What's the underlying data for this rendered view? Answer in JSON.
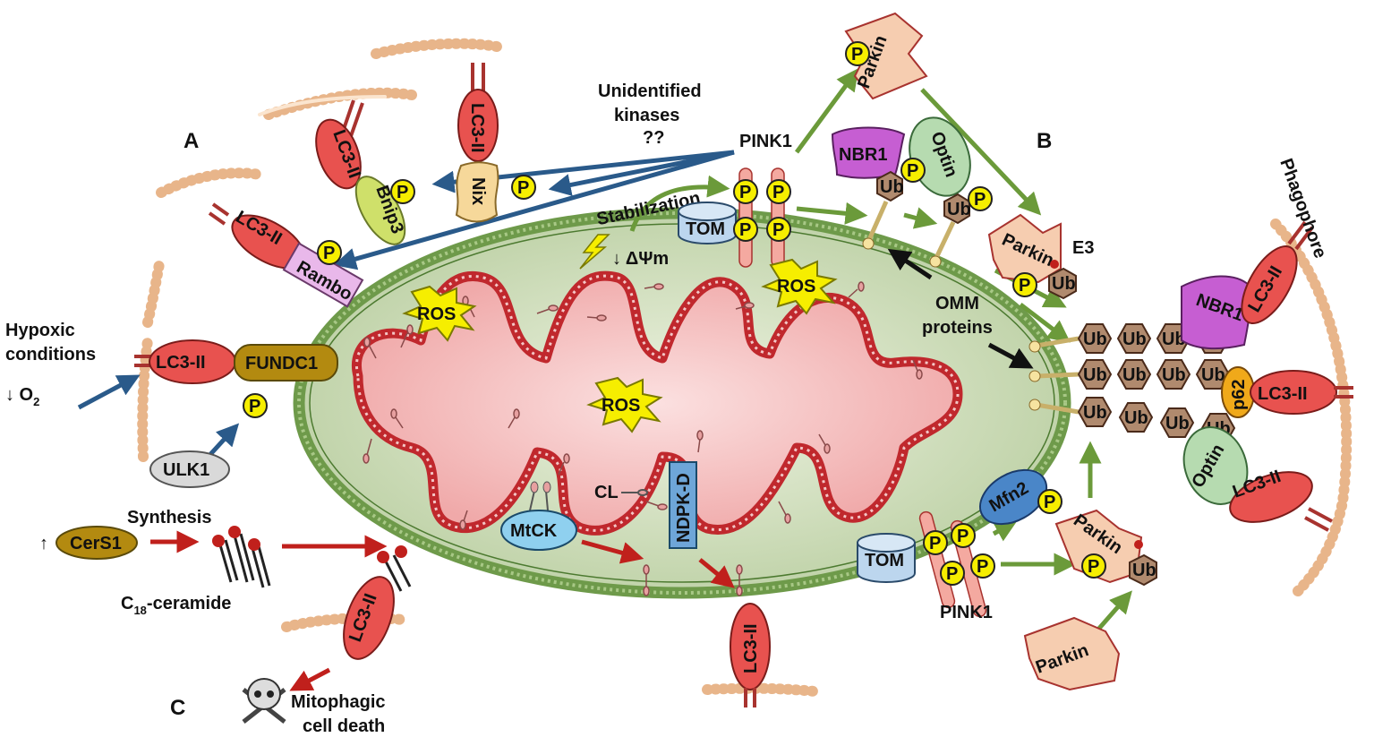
{
  "panels": {
    "a": "A",
    "b": "B",
    "c": "C"
  },
  "labels": {
    "unidentified": [
      "Unidentified",
      "kinases",
      "??"
    ],
    "pink1_top": "PINK1",
    "pink1_bottom": "PINK1",
    "stabilization": "Stabilization",
    "delta_psi": "↓ ΔΨm",
    "hypoxic": [
      "Hypoxic",
      "conditions"
    ],
    "o2": "↓ O",
    "o2_sub": "2",
    "omm": [
      "OMM",
      "proteins"
    ],
    "phagophore": "Phagophore",
    "e3": "E3",
    "synthesis": "Synthesis",
    "ceramide_c": "C",
    "ceramide_sub": "18",
    "ceramide_rest": "-ceramide",
    "cl": "CL",
    "up_arrow": "↑",
    "death": [
      "Mitophagic",
      "cell death"
    ]
  },
  "proteins": {
    "lc3": "LC3-II",
    "bnip3": "Bnip3",
    "nix": "Nix",
    "rambo": "Rambo",
    "fundc1": "FUNDC1",
    "ulk1": "ULK1",
    "cers1": "CerS1",
    "tom": "TOM",
    "nbr1": "NBR1",
    "optin": "Optin",
    "p62": "p62",
    "parkin": "Parkin",
    "ub": "Ub",
    "p": "P",
    "mfn2": "Mfn2",
    "mtck": "MtCK",
    "ndpk": "NDPK-D",
    "ros": "ROS"
  },
  "colors": {
    "lc3": "#e8524f",
    "outer_membrane": "#6e9a4a",
    "matrix": "#f4b9b9",
    "inner_membrane": "#c0282d",
    "p_circle": "#f6ee00",
    "ub": "#b08a6e",
    "parkin": "#f6cdb0",
    "green_arrow": "#6b9a3a",
    "blue_arrow": "#2a5a8a",
    "red_arrow": "#c0201c"
  }
}
